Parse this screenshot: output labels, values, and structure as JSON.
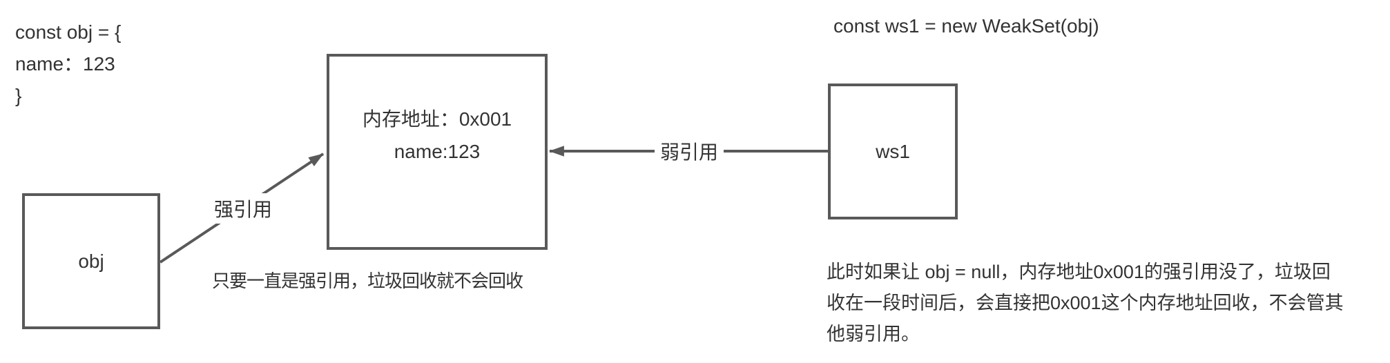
{
  "colors": {
    "stroke": "#595959",
    "text": "#333333"
  },
  "code_blocks": {
    "obj_declaration": "const obj = {\n  name：123\n}",
    "ws1_declaration": "const ws1 = new WeakSet(obj)"
  },
  "boxes": {
    "obj": {
      "label": "obj"
    },
    "memory": {
      "address_line": "内存地址：0x001",
      "property_line": "name:123"
    },
    "ws1": {
      "label": "ws1"
    }
  },
  "arrows": {
    "strong": {
      "label": "强引用"
    },
    "weak": {
      "label": "弱引用"
    }
  },
  "notes": {
    "strong": "只要一直是强引用，垃圾回收就不会回收",
    "weak": "此时如果让 obj = null，内存地址0x001的强引用没了，垃圾回\n收在一段时间后，会直接把0x001这个内存地址回收，不会管其\n他弱引用。"
  }
}
